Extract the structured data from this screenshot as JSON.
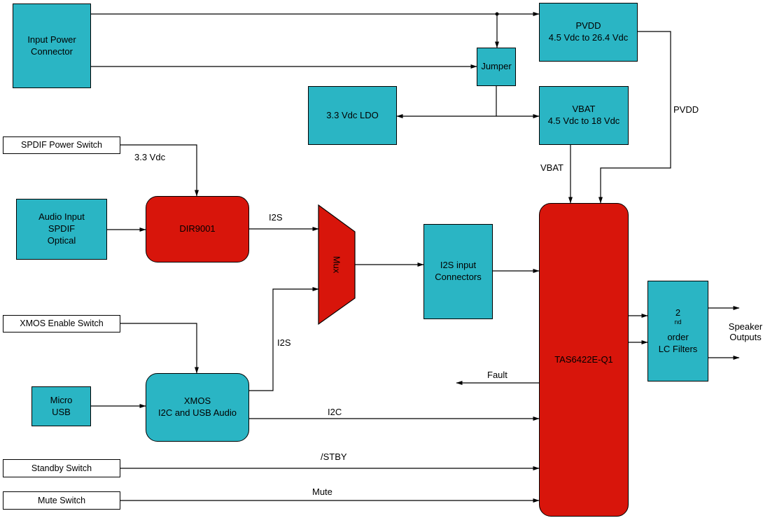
{
  "colors": {
    "cyan": "#2ab5c4",
    "red": "#d8150b",
    "wire": "#000000",
    "background": "#ffffff"
  },
  "blocks": {
    "input_power": {
      "lines": [
        "Input Power",
        "Connector"
      ]
    },
    "pvdd": {
      "lines": [
        "PVDD",
        "4.5 Vdc to 26.4 Vdc"
      ]
    },
    "jumper": {
      "lines": [
        "Jumper"
      ]
    },
    "vbat": {
      "lines": [
        "VBAT",
        "4.5 Vdc to 18 Vdc"
      ]
    },
    "ldo": {
      "lines": [
        "3.3 Vdc LDO"
      ]
    },
    "spdif_power_switch": {
      "lines": [
        "SPDIF Power Switch"
      ]
    },
    "audio_input": {
      "lines": [
        "Audio Input",
        "SPDIF",
        "Optical"
      ]
    },
    "dir9001": {
      "lines": [
        "DIR9001"
      ]
    },
    "mux": {
      "lines": [
        "Mux"
      ]
    },
    "i2s_connectors": {
      "lines": [
        "I2S input",
        "Connectors"
      ]
    },
    "tas6422": {
      "lines": [
        "TAS6422E-Q1"
      ]
    },
    "lc_filters": {
      "sup_base": "2",
      "sup": "nd",
      "after_sup": " order",
      "line2": "LC Filters"
    },
    "xmos_enable_switch": {
      "lines": [
        "XMOS Enable Switch"
      ]
    },
    "micro_usb": {
      "lines": [
        "Micro",
        "USB"
      ]
    },
    "xmos": {
      "lines": [
        "XMOS",
        "I2C and USB Audio"
      ]
    },
    "standby_switch": {
      "lines": [
        "Standby Switch"
      ]
    },
    "mute_switch": {
      "lines": [
        "Mute Switch"
      ]
    }
  },
  "wire_labels": {
    "v33": "3.3 Vdc",
    "i2s_top": "I2S",
    "pvdd": "PVDD",
    "vbat": "VBAT",
    "i2s_bottom": "I2S",
    "i2c": "I2C",
    "fault": "Fault",
    "stby": "/STBY",
    "mute": "Mute",
    "speaker_line1": "Speaker",
    "speaker_line2": "Outputs"
  }
}
